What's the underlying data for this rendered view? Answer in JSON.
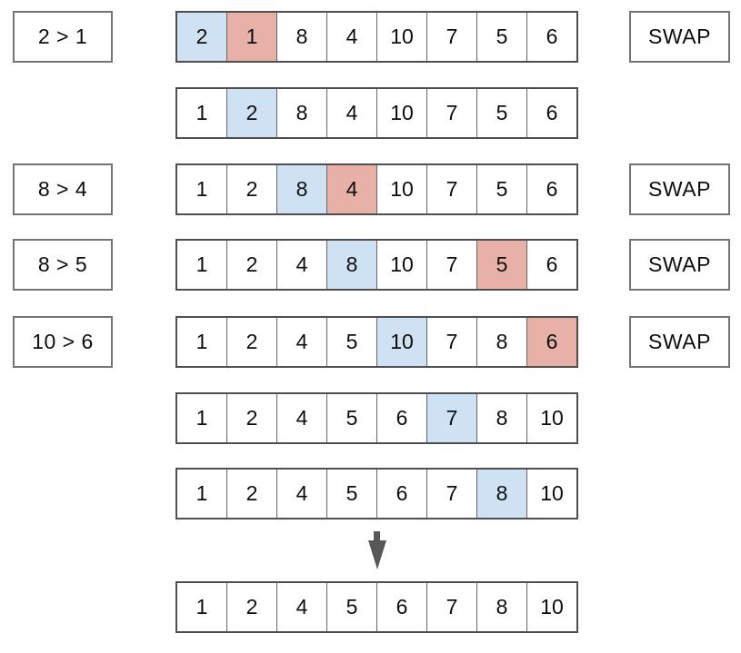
{
  "colors": {
    "highlight_blue": "#cfe2f3",
    "highlight_red": "#e7b1a8",
    "array_outline": "#4f4f4f",
    "cell_divider": "#666666",
    "box_outline": "#747474",
    "arrow": "#58585a",
    "text": "#0d0d0d"
  },
  "swap_text": "SWAP",
  "steps": [
    {
      "comparison": "2 > 1",
      "swap": true,
      "cells": [
        {
          "value": "2",
          "highlight": "blue"
        },
        {
          "value": "1",
          "highlight": "red"
        },
        {
          "value": "8",
          "highlight": null
        },
        {
          "value": "4",
          "highlight": null
        },
        {
          "value": "10",
          "highlight": null
        },
        {
          "value": "7",
          "highlight": null
        },
        {
          "value": "5",
          "highlight": null
        },
        {
          "value": "6",
          "highlight": null
        }
      ]
    },
    {
      "comparison": null,
      "swap": false,
      "cells": [
        {
          "value": "1",
          "highlight": null
        },
        {
          "value": "2",
          "highlight": "blue"
        },
        {
          "value": "8",
          "highlight": null
        },
        {
          "value": "4",
          "highlight": null
        },
        {
          "value": "10",
          "highlight": null
        },
        {
          "value": "7",
          "highlight": null
        },
        {
          "value": "5",
          "highlight": null
        },
        {
          "value": "6",
          "highlight": null
        }
      ]
    },
    {
      "comparison": "8 > 4",
      "swap": true,
      "cells": [
        {
          "value": "1",
          "highlight": null
        },
        {
          "value": "2",
          "highlight": null
        },
        {
          "value": "8",
          "highlight": "blue"
        },
        {
          "value": "4",
          "highlight": "red"
        },
        {
          "value": "10",
          "highlight": null
        },
        {
          "value": "7",
          "highlight": null
        },
        {
          "value": "5",
          "highlight": null
        },
        {
          "value": "6",
          "highlight": null
        }
      ]
    },
    {
      "comparison": "8 > 5",
      "swap": true,
      "cells": [
        {
          "value": "1",
          "highlight": null
        },
        {
          "value": "2",
          "highlight": null
        },
        {
          "value": "4",
          "highlight": null
        },
        {
          "value": "8",
          "highlight": "blue"
        },
        {
          "value": "10",
          "highlight": null
        },
        {
          "value": "7",
          "highlight": null
        },
        {
          "value": "5",
          "highlight": "red"
        },
        {
          "value": "6",
          "highlight": null
        }
      ]
    },
    {
      "comparison": "10 > 6",
      "swap": true,
      "cells": [
        {
          "value": "1",
          "highlight": null
        },
        {
          "value": "2",
          "highlight": null
        },
        {
          "value": "4",
          "highlight": null
        },
        {
          "value": "5",
          "highlight": null
        },
        {
          "value": "10",
          "highlight": "blue"
        },
        {
          "value": "7",
          "highlight": null
        },
        {
          "value": "8",
          "highlight": null
        },
        {
          "value": "6",
          "highlight": "red"
        }
      ]
    },
    {
      "comparison": null,
      "swap": false,
      "cells": [
        {
          "value": "1",
          "highlight": null
        },
        {
          "value": "2",
          "highlight": null
        },
        {
          "value": "4",
          "highlight": null
        },
        {
          "value": "5",
          "highlight": null
        },
        {
          "value": "6",
          "highlight": null
        },
        {
          "value": "7",
          "highlight": "blue"
        },
        {
          "value": "8",
          "highlight": null
        },
        {
          "value": "10",
          "highlight": null
        }
      ]
    },
    {
      "comparison": null,
      "swap": false,
      "cells": [
        {
          "value": "1",
          "highlight": null
        },
        {
          "value": "2",
          "highlight": null
        },
        {
          "value": "4",
          "highlight": null
        },
        {
          "value": "5",
          "highlight": null
        },
        {
          "value": "6",
          "highlight": null
        },
        {
          "value": "7",
          "highlight": null
        },
        {
          "value": "8",
          "highlight": "blue"
        },
        {
          "value": "10",
          "highlight": null
        }
      ]
    }
  ],
  "arrow": {
    "icon": "down-arrow"
  },
  "final_row": {
    "cells": [
      {
        "value": "1",
        "highlight": null
      },
      {
        "value": "2",
        "highlight": null
      },
      {
        "value": "4",
        "highlight": null
      },
      {
        "value": "5",
        "highlight": null
      },
      {
        "value": "6",
        "highlight": null
      },
      {
        "value": "7",
        "highlight": null
      },
      {
        "value": "8",
        "highlight": null
      },
      {
        "value": "10",
        "highlight": null
      }
    ]
  }
}
